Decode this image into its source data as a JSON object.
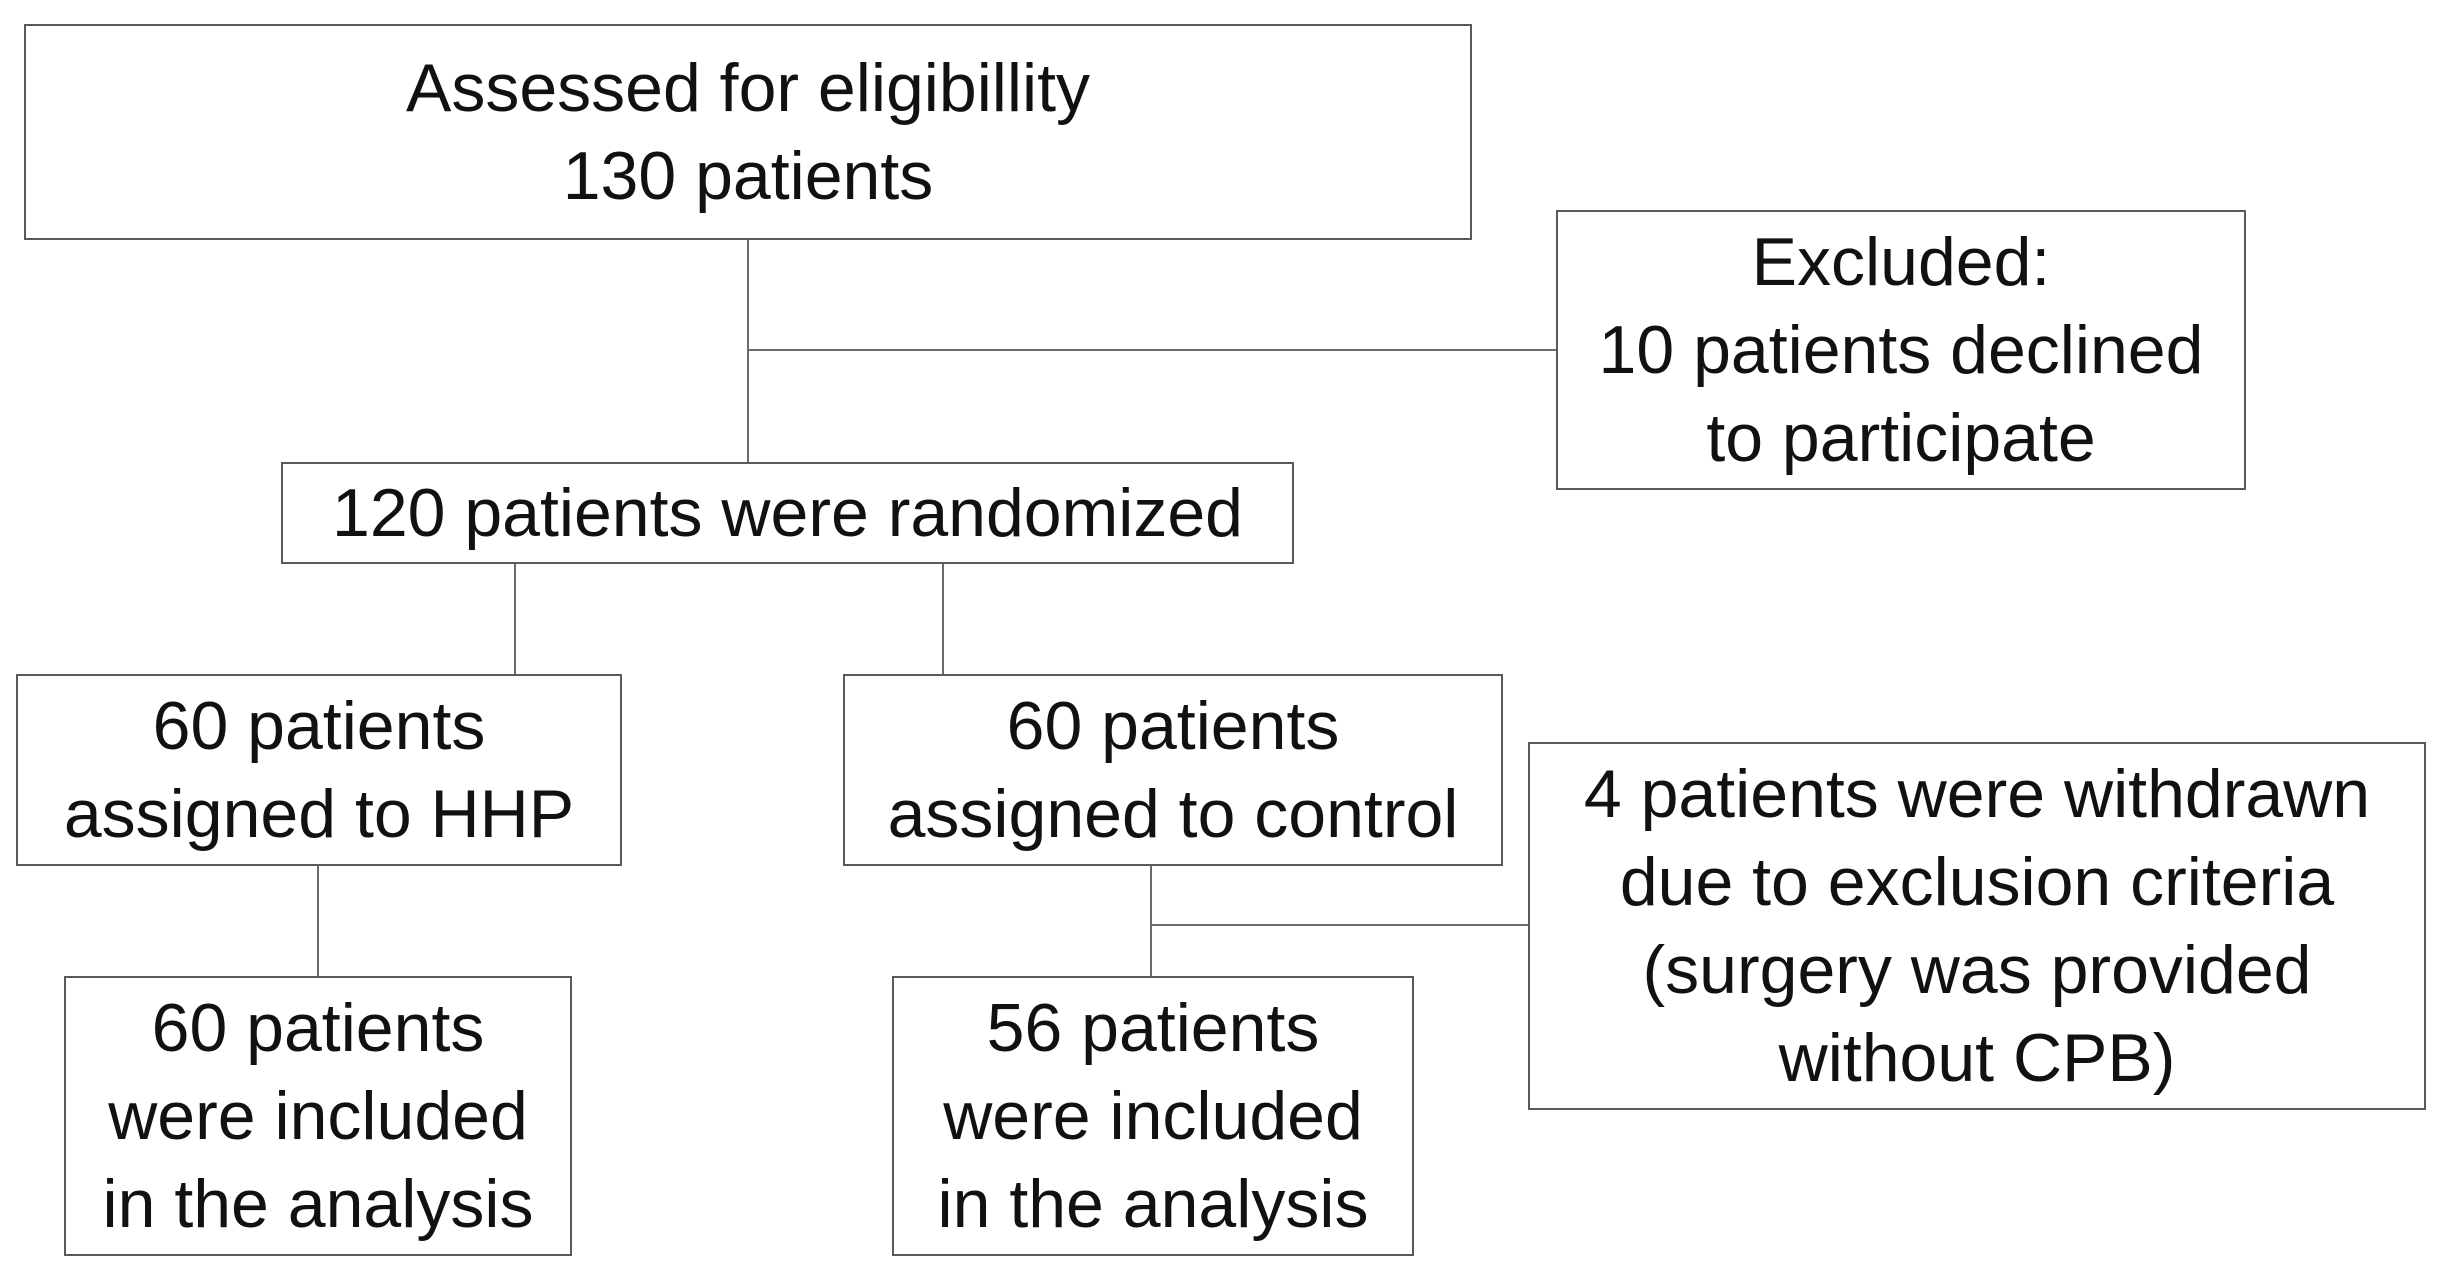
{
  "flowchart": {
    "eligibility": {
      "line1": "Assessed for eligibillity",
      "line2": "130 patients"
    },
    "excluded": {
      "line1": "Excluded:",
      "line2": "10 patients declined",
      "line3": "to participate"
    },
    "randomized": {
      "line1": "120 patients were randomized"
    },
    "hhp_arm": {
      "line1": "60 patients",
      "line2": "assigned to HHP"
    },
    "control_arm": {
      "line1": "60 patients",
      "line2": "assigned to control"
    },
    "withdrawn": {
      "line1": "4 patients were withdrawn",
      "line2": "due to exclusion criteria",
      "line3": "(surgery was provided",
      "line4": "without CPB)"
    },
    "hhp_analysis": {
      "line1": "60 patients",
      "line2": "were included",
      "line3": "in the analysis"
    },
    "control_analysis": {
      "line1": "56 patients",
      "line2": "were included",
      "line3": "in the analysis"
    }
  },
  "colors": {
    "border": "#5a5a5a",
    "connector": "#6a6a6a",
    "text": "#111111",
    "background": "#ffffff"
  }
}
